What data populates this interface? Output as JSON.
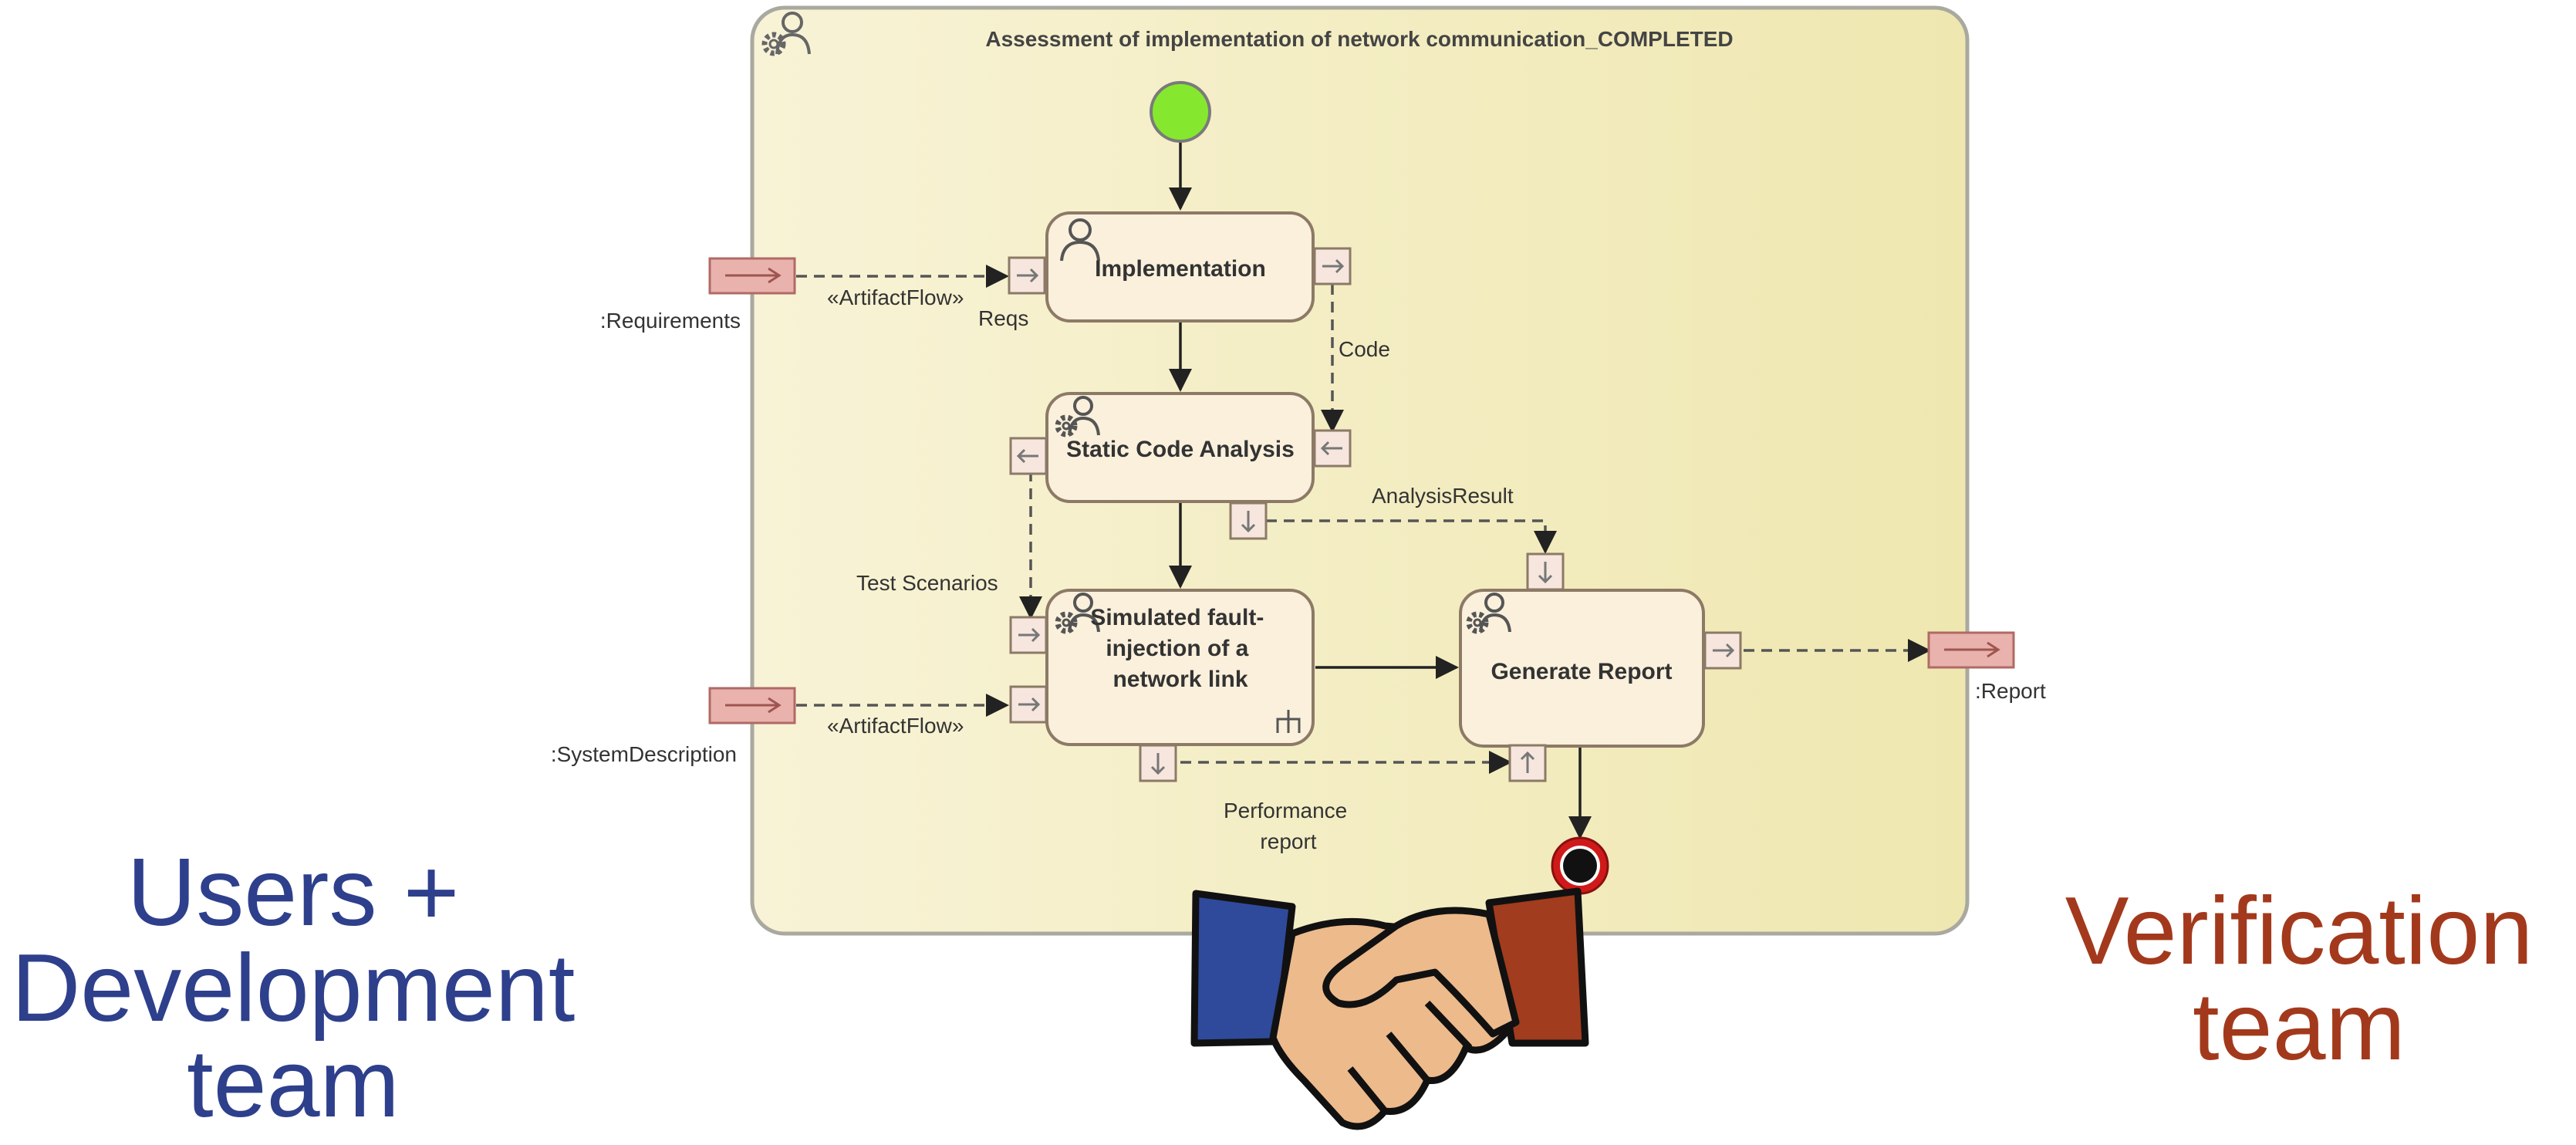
{
  "diagram": {
    "frame_title": "Assessment of implementation of network communication_COMPLETED",
    "actions": {
      "implementation": "Implementation",
      "static_code_analysis": "Static Code Analysis",
      "fault_injection": [
        "Simulated fault-",
        "injection of a",
        "network link"
      ],
      "generate_report": "Generate Report"
    },
    "parameters": {
      "requirements": ":Requirements",
      "system_description": ":SystemDescription",
      "report": ":Report"
    },
    "flow_labels": {
      "artifact_flow_1": "«ArtifactFlow»",
      "artifact_flow_2": "«ArtifactFlow»",
      "reqs": "Reqs",
      "code": "Code",
      "analysis_result": "AnalysisResult",
      "test_scenarios": "Test Scenarios",
      "performance_report": [
        "Performance",
        "report"
      ]
    }
  },
  "teams": {
    "left": [
      "Users +",
      "Development",
      "team"
    ],
    "right": [
      "Verification",
      "team"
    ]
  },
  "colors": {
    "frame_fill_left": "#F8F3D6",
    "frame_fill_right": "#EFE7B0",
    "frame_stroke": "#A9A9A0",
    "action_fill": "#FAF0DC",
    "action_stroke": "#8C7A66",
    "param_fill": "#E9B2AD",
    "param_stroke": "#B06A66",
    "start_node": "#86E82E",
    "final_node_ring": "#D01A1A",
    "left_team": "#2E3F8C",
    "right_team": "#A3391C",
    "left_cuff": "#2F4A9A",
    "right_cuff": "#A13C1E",
    "hand_skin": "#EDBA8C"
  }
}
